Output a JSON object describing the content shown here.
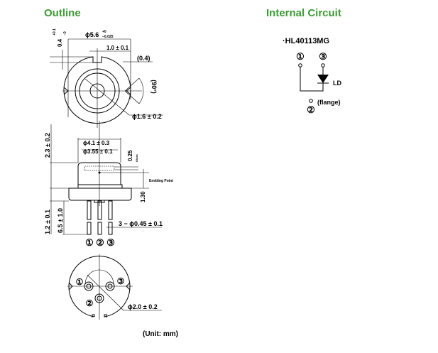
{
  "titles": {
    "outline": "Outline",
    "circuit": "Internal Circuit"
  },
  "top_view": {
    "dia": "ϕ5.6",
    "dia_tol_plus": "+0",
    "dia_tol_minus": "−0.025",
    "notch_width": "1.0 ± 0.1",
    "offset": "(0.4)",
    "angle": "(90°)",
    "window_dia": "ϕ1.6 ± 0.2",
    "notch_depth": "0.4",
    "notch_depth_plus": "+0.1",
    "notch_depth_minus": "−0"
  },
  "side_view": {
    "total_height": "2.3 ± 0.2",
    "cap_dia": "ϕ4.1 ± 0.3",
    "cap_inner_dia": "ϕ3.55 ± 0.1",
    "glass_thickness": "0.25",
    "glass_label": "Glass",
    "emitting_point": "Emitting Point",
    "emit_height": "1.30",
    "flange_thickness": "1.2 ± 0.1",
    "pin_length": "6.5 ± 1.0",
    "pin_dia": "3 − ϕ0.45 ± 0.1",
    "pin_labels": [
      "①",
      "②",
      "③"
    ]
  },
  "bottom_view": {
    "pin_labels": [
      "①",
      "②",
      "③"
    ],
    "pcd": "ϕ2.0 ± 0.2"
  },
  "unit": "(Unit: mm)",
  "circuit": {
    "part": "·HL40113MG",
    "pin1": "①",
    "pin2": "②",
    "pin3": "③",
    "ld": "LD",
    "flange": "(flange)"
  }
}
